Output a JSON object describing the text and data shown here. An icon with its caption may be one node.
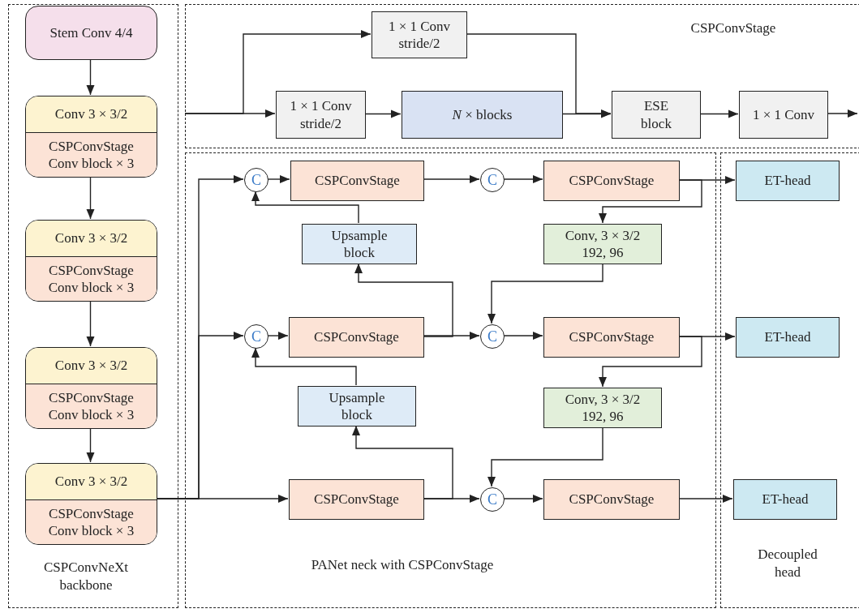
{
  "diagram": {
    "nodes": [
      {
        "text": [
          "CSPConvNeXt backbone"
        ]
      },
      {
        "text": [
          "Stem Conv 4/4"
        ],
        "in": 0
      },
      {
        "text": [
          "Conv 3 × 3/2",
          "CSPConvStage Conv block × 3"
        ],
        "in": 0
      },
      {
        "text": [
          "Conv 3 × 3/2",
          "CSPConvStage Conv block × 3"
        ],
        "in": 0
      },
      {
        "text": [
          "Conv 3 × 3/2",
          "CSPConvStage Conv block × 3"
        ],
        "in": 0
      },
      {
        "text": [
          "Conv 3 × 3/2",
          "CSPConvStage Conv block × 3"
        ],
        "in": 0
      },
      {
        "text": [
          "CSPConvStage"
        ]
      },
      {
        "text": [
          "1 × 1 Conv stride/2"
        ],
        "in": 6
      },
      {
        "text": [
          "1 × 1 Conv stride/2"
        ],
        "in": 6
      },
      {
        "text": [
          "*N* × blocks"
        ],
        "in": 6
      },
      {
        "text": [
          "ESE block"
        ],
        "in": 6
      },
      {
        "text": [
          "1 × 1 Conv"
        ],
        "in": 6
      },
      {
        "text": [
          "PANet neck with CSPConvStage"
        ]
      },
      {
        "text": [
          "C"
        ],
        "in": 12
      },
      {
        "text": [
          "CSPConvStage"
        ],
        "in": 12
      },
      {
        "text": [
          "C"
        ],
        "in": 12
      },
      {
        "text": [
          "CSPConvStage"
        ],
        "in": 12
      },
      {
        "text": [
          "Upsample block"
        ],
        "in": 12
      },
      {
        "text": [
          "Conv, 3 × 3/2 192, 96"
        ],
        "in": 12
      },
      {
        "text": [
          "C"
        ],
        "in": 12
      },
      {
        "text": [
          "CSPConvStage"
        ],
        "in": 12
      },
      {
        "text": [
          "C"
        ],
        "in": 12
      },
      {
        "text": [
          "CSPConvStage"
        ],
        "in": 12
      },
      {
        "text": [
          "Upsample block"
        ],
        "in": 12
      },
      {
        "text": [
          "Conv, 3 × 3/2 192, 96"
        ],
        "in": 12
      },
      {
        "text": [
          "CSPConvStage"
        ],
        "in": 12
      },
      {
        "text": [
          "C"
        ],
        "in": 12
      },
      {
        "text": [
          "CSPConvStage"
        ],
        "in": 12
      },
      {
        "text": [
          "Decoupled head"
        ]
      },
      {
        "text": [
          "ET-head"
        ],
        "in": 28
      },
      {
        "text": [
          "ET-head"
        ],
        "in": 28
      },
      {
        "text": [
          "ET-head"
        ],
        "in": 28
      }
    ],
    "edges": [
      {
        "from": 1,
        "to": 2,
        "arrow": "to"
      },
      {
        "from": 2,
        "to": 3,
        "arrow": "to"
      },
      {
        "from": 3,
        "to": 4,
        "arrow": "to"
      },
      {
        "from": 4,
        "to": 5,
        "arrow": "to"
      },
      {
        "from": null,
        "to": 8,
        "arrow": "to"
      },
      {
        "from": null,
        "to": 7,
        "arrow": "to"
      },
      {
        "from": 8,
        "to": 9,
        "arrow": "to"
      },
      {
        "from": 9,
        "to": 10,
        "arrow": "to"
      },
      {
        "from": 7,
        "to": 10,
        "arrow": "to"
      },
      {
        "from": 10,
        "to": 11,
        "arrow": "to"
      },
      {
        "from": 11,
        "to": null,
        "arrow": "to"
      },
      {
        "from": 5,
        "to": 13,
        "arrow": "to"
      },
      {
        "from": 5,
        "to": 19,
        "arrow": "to"
      },
      {
        "from": 5,
        "to": 25,
        "arrow": "to"
      },
      {
        "from": 13,
        "to": 14,
        "arrow": "to"
      },
      {
        "from": 14,
        "to": 15,
        "arrow": "to"
      },
      {
        "from": 15,
        "to": 16,
        "arrow": "to"
      },
      {
        "from": 16,
        "to": 29,
        "arrow": "to"
      },
      {
        "from": 16,
        "to": 18,
        "arrow": "to"
      },
      {
        "from": 17,
        "to": 13,
        "arrow": "to"
      },
      {
        "from": 18,
        "to": 21,
        "arrow": "to"
      },
      {
        "from": 19,
        "to": 20,
        "arrow": "to"
      },
      {
        "from": 20,
        "to": 21,
        "arrow": "to"
      },
      {
        "from": 20,
        "to": 17,
        "arrow": "to"
      },
      {
        "from": 21,
        "to": 22,
        "arrow": "to"
      },
      {
        "from": 22,
        "to": 30,
        "arrow": "to"
      },
      {
        "from": 22,
        "to": 24,
        "arrow": "to"
      },
      {
        "from": 23,
        "to": 19,
        "arrow": "to"
      },
      {
        "from": 25,
        "to": 23,
        "arrow": "to"
      },
      {
        "from": 25,
        "to": 26,
        "arrow": "to"
      },
      {
        "from": 24,
        "to": 26,
        "arrow": "to"
      },
      {
        "from": 26,
        "to": 27,
        "arrow": "to"
      },
      {
        "from": 27,
        "to": 31,
        "arrow": "to"
      }
    ]
  }
}
